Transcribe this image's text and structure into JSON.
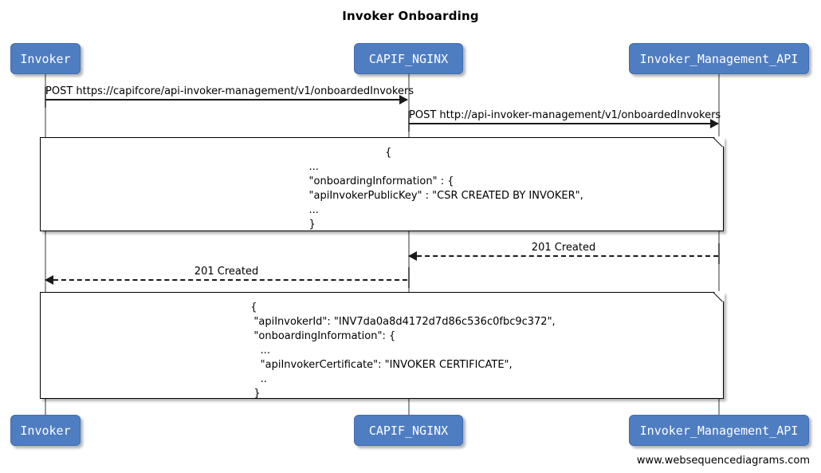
{
  "diagram": {
    "title": "Invoker Onboarding",
    "footer": "www.websequencediagrams.com",
    "accent_color": "#4f7dc2",
    "line_color": "#1a1a1a",
    "lifeline_color": "#9a9a9a"
  },
  "participants": [
    {
      "id": "invoker",
      "label": "Invoker"
    },
    {
      "id": "capif_nginx",
      "label": "CAPIF_NGINX"
    },
    {
      "id": "invoker_management_api",
      "label": "Invoker_Management_API"
    }
  ],
  "messages": [
    {
      "id": "msg1",
      "label": "POST https://capifcore/api-invoker-management/v1/onboardedInvokers",
      "from": "invoker",
      "to": "capif_nginx",
      "style": "solid",
      "direction": "right"
    },
    {
      "id": "msg2",
      "label": "POST http://api-invoker-management/v1/onboardedInvokers",
      "from": "capif_nginx",
      "to": "invoker_management_api",
      "style": "solid",
      "direction": "right"
    },
    {
      "id": "msg3",
      "label": "201 Created",
      "from": "invoker_management_api",
      "to": "capif_nginx",
      "style": "dashed",
      "direction": "left"
    },
    {
      "id": "msg4",
      "label": "201 Created",
      "from": "capif_nginx",
      "to": "invoker",
      "style": "dashed",
      "direction": "left"
    }
  ],
  "notes": [
    {
      "id": "note1",
      "lines": [
        "    {",
        "    ...",
        "    \"onboardingInformation\" : {",
        "    \"apiInvokerPublicKey\" : \"CSR CREATED BY INVOKER\",",
        "    ...",
        "    }"
      ]
    },
    {
      "id": "note2",
      "lines": [
        "  {",
        "   \"apiInvokerId\": \"INV7da0a8d4172d7d86c536c0fbc9c372\",",
        "   \"onboardingInformation\": {",
        "     ...",
        "     \"apiInvokerCertificate\": \"INVOKER CERTIFICATE\",",
        "     ..",
        "   }"
      ]
    }
  ]
}
